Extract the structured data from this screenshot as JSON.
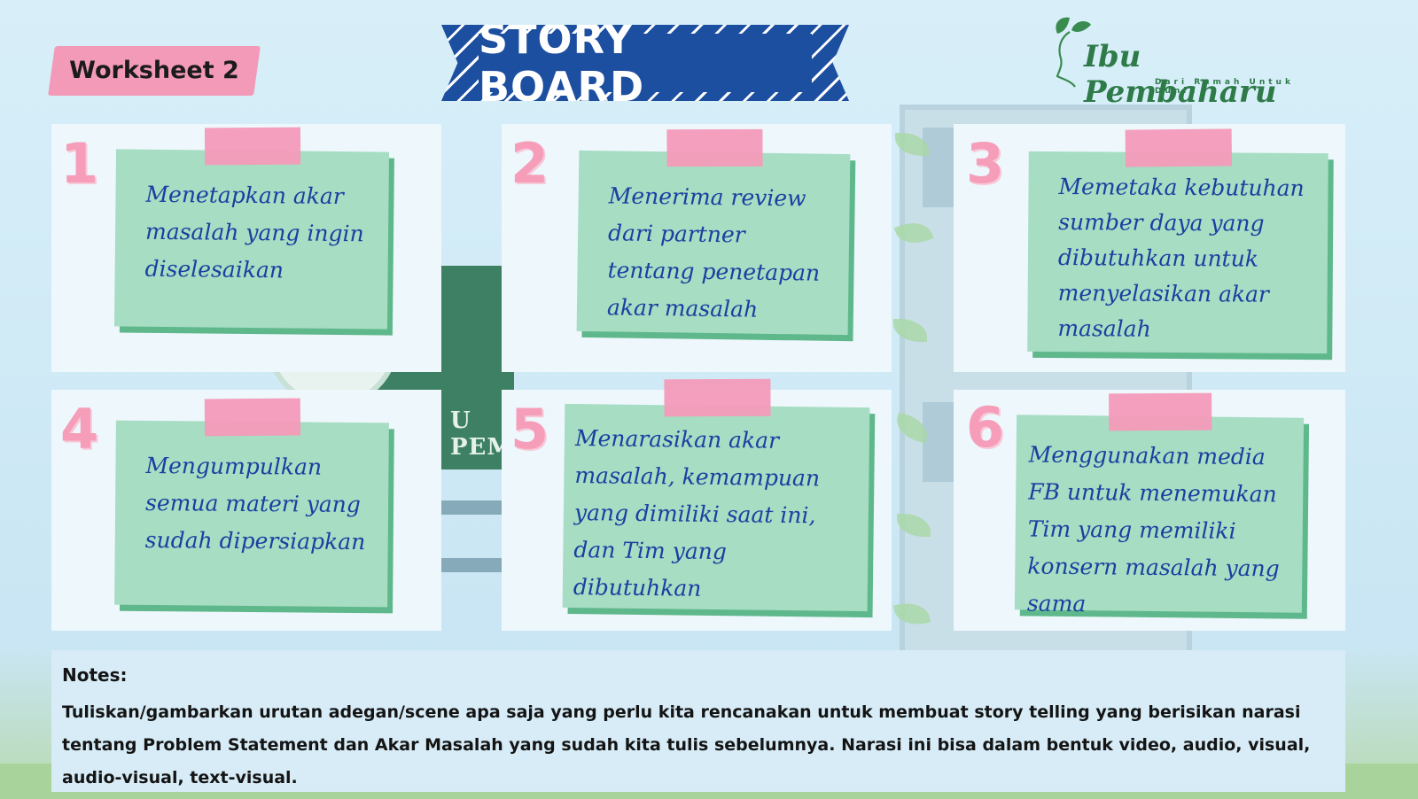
{
  "worksheet_label": "Worksheet 2",
  "banner_title": "STORY BOARD",
  "logo": {
    "name": "Ibu Pembaharu",
    "tagline": "Dari Rumah Untuk Dunia"
  },
  "background": {
    "sign_text": "U PEM"
  },
  "cards": [
    {
      "number": "1",
      "text": "Menetapkan akar masalah yang ingin diselesaikan"
    },
    {
      "number": "2",
      "text": "Menerima review dari partner tentang penetapan akar masalah"
    },
    {
      "number": "3",
      "text": "Memetaka kebutuhan sumber daya yang dibutuhkan untuk menyelasikan akar masalah"
    },
    {
      "number": "4",
      "text": "Mengumpulkan semua materi yang sudah dipersiapkan"
    },
    {
      "number": "5",
      "text": "Menarasikan akar masalah, kemampuan yang dimiliki saat ini, dan Tim yang dibutuhkan"
    },
    {
      "number": "6",
      "text": "Menggunakan media FB untuk menemukan Tim yang memiliki konsern masalah yang sama"
    }
  ],
  "notes": {
    "heading": "Notes:",
    "body": "Tuliskan/gambarkan urutan adegan/scene apa saja yang perlu kita rencanakan untuk membuat story telling yang berisikan narasi tentang Problem Statement dan Akar Masalah yang sudah kita tulis sebelumnya. Narasi ini bisa dalam bentuk video, audio, visual, audio-visual, text-visual."
  },
  "colors": {
    "pink": "#f39ab9",
    "navy": "#1d4fa0",
    "note_green": "#a6ddc3",
    "note_shadow": "#5fb88b",
    "script_blue": "#1a3fa1",
    "brand_green": "#2f7a49"
  }
}
